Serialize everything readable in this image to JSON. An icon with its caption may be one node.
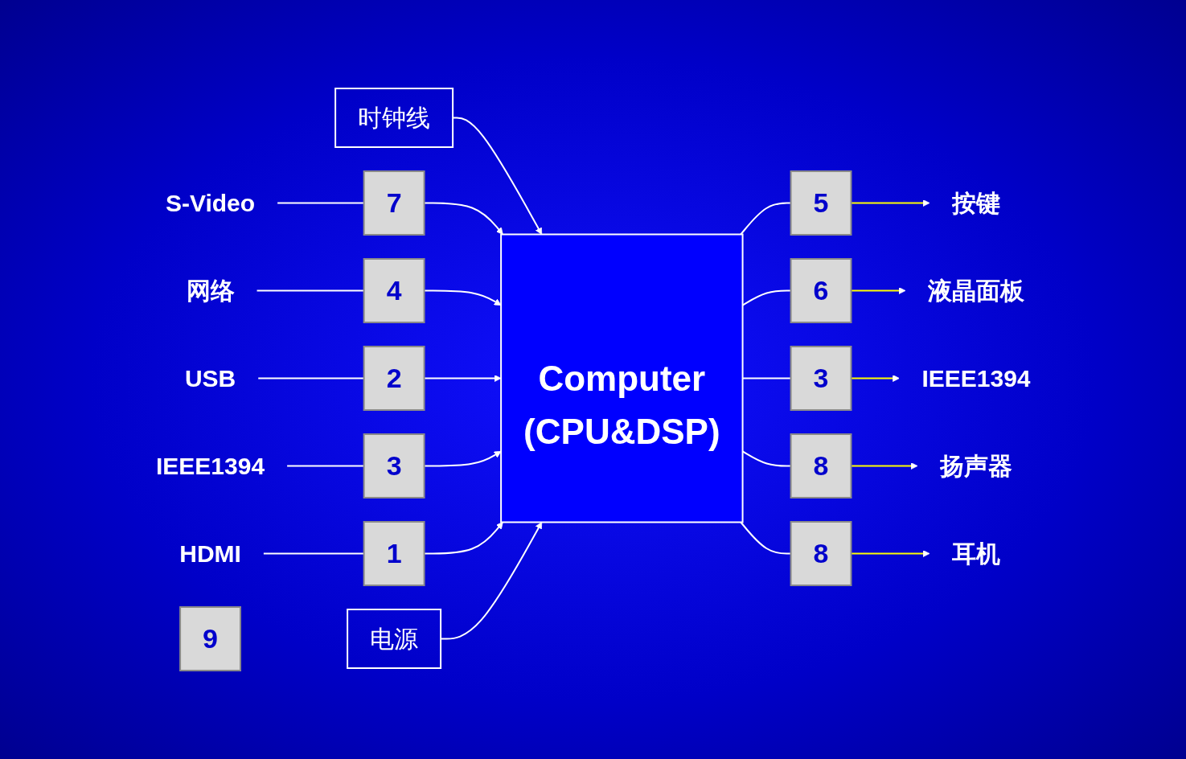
{
  "diagram": {
    "nodes": [
      {
        "text": [
          "时钟线"
        ]
      },
      {
        "text": [
          "S-Video"
        ]
      },
      {
        "text": [
          "7"
        ]
      },
      {
        "text": [
          "网络"
        ]
      },
      {
        "text": [
          "4"
        ]
      },
      {
        "text": [
          "USB"
        ]
      },
      {
        "text": [
          "2"
        ]
      },
      {
        "text": [
          "IEEE1394"
        ]
      },
      {
        "text": [
          "3"
        ]
      },
      {
        "text": [
          "HDMI"
        ]
      },
      {
        "text": [
          "1"
        ]
      },
      {
        "text": [
          "Computer",
          "(CPU&DSP)"
        ]
      },
      {
        "text": [
          "5"
        ]
      },
      {
        "text": [
          "按键"
        ]
      },
      {
        "text": [
          "6"
        ]
      },
      {
        "text": [
          "液晶面板"
        ]
      },
      {
        "text": [
          "3"
        ]
      },
      {
        "text": [
          "IEEE1394"
        ]
      },
      {
        "text": [
          "8"
        ]
      },
      {
        "text": [
          "扬声器"
        ]
      },
      {
        "text": [
          "8"
        ]
      },
      {
        "text": [
          "耳机"
        ]
      },
      {
        "text": [
          "9"
        ]
      },
      {
        "text": [
          "电源"
        ]
      }
    ],
    "edges": [
      {
        "from": 0,
        "to": 11,
        "arrow": "to"
      },
      {
        "from": 1,
        "to": 2,
        "arrow": "none"
      },
      {
        "from": 2,
        "to": 11,
        "arrow": "to"
      },
      {
        "from": 3,
        "to": 4,
        "arrow": "none"
      },
      {
        "from": 4,
        "to": 11,
        "arrow": "to"
      },
      {
        "from": 5,
        "to": 6,
        "arrow": "none"
      },
      {
        "from": 6,
        "to": 11,
        "arrow": "to"
      },
      {
        "from": 7,
        "to": 8,
        "arrow": "none"
      },
      {
        "from": 8,
        "to": 11,
        "arrow": "to"
      },
      {
        "from": 9,
        "to": 10,
        "arrow": "none"
      },
      {
        "from": 10,
        "to": 11,
        "arrow": "to"
      },
      {
        "from": 11,
        "to": 12,
        "arrow": "none"
      },
      {
        "from": 12,
        "to": 13,
        "arrow": "to",
        "color": "#ffff00"
      },
      {
        "from": 11,
        "to": 14,
        "arrow": "none"
      },
      {
        "from": 14,
        "to": 15,
        "arrow": "to",
        "color": "#ffff00"
      },
      {
        "from": 11,
        "to": 16,
        "arrow": "none"
      },
      {
        "from": 16,
        "to": 17,
        "arrow": "to",
        "color": "#ffff00"
      },
      {
        "from": 11,
        "to": 18,
        "arrow": "none"
      },
      {
        "from": 18,
        "to": 19,
        "arrow": "to",
        "color": "#ffff00"
      },
      {
        "from": 11,
        "to": 20,
        "arrow": "none"
      },
      {
        "from": 20,
        "to": 21,
        "arrow": "to",
        "color": "#ffff00"
      },
      {
        "from": 23,
        "to": 11,
        "arrow": "to"
      }
    ]
  }
}
